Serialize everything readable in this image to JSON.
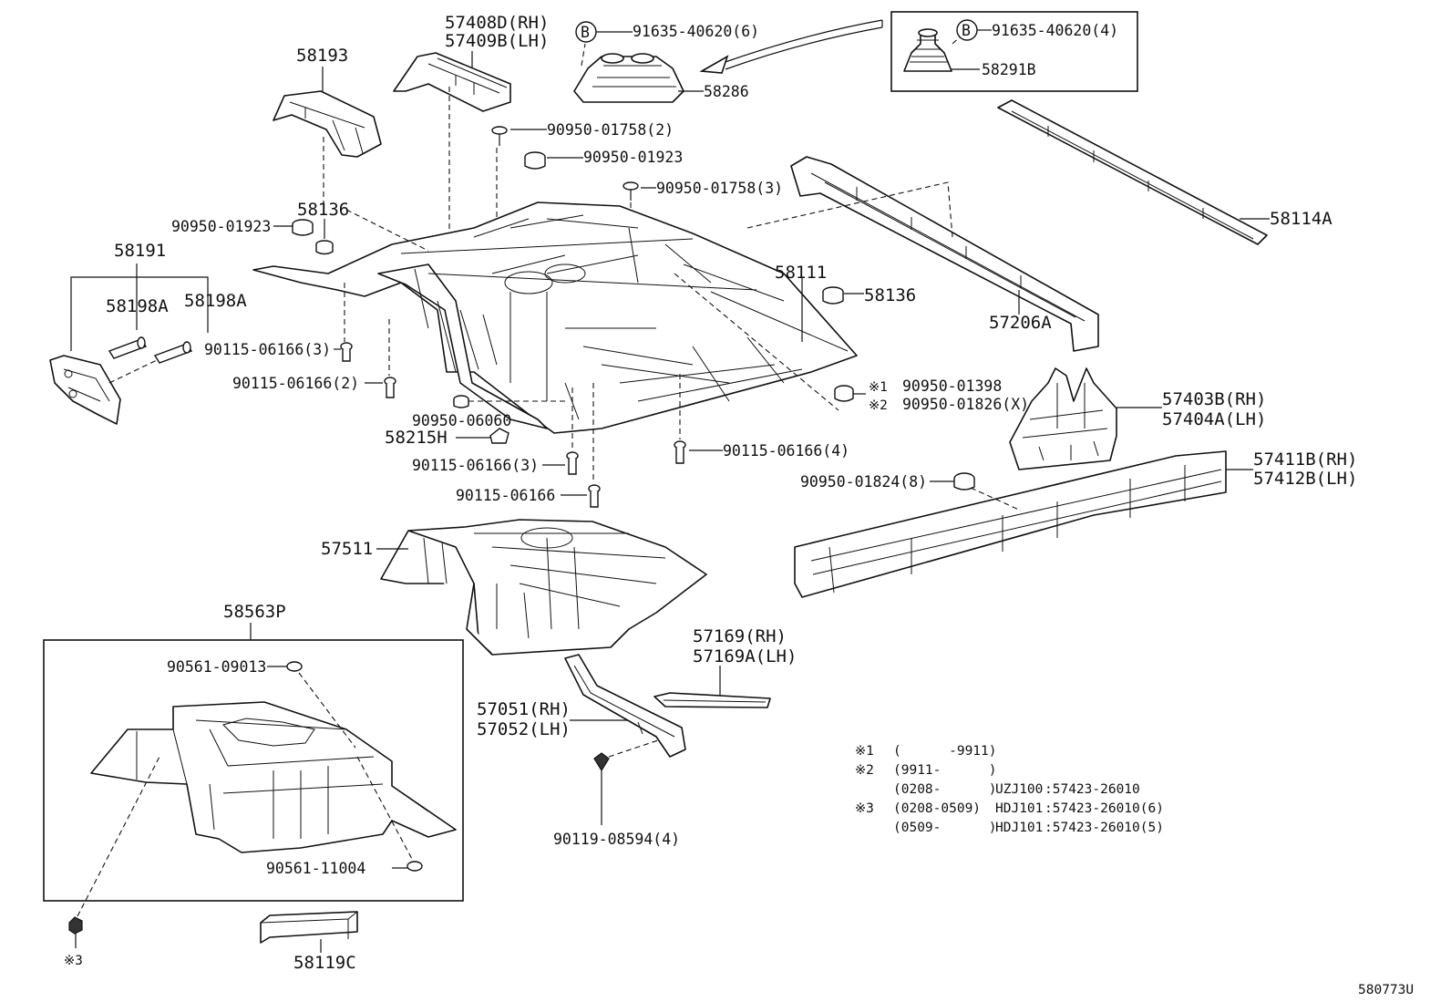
{
  "diagram_code": "580773U",
  "callouts": {
    "p57408d": "57408D(RH)",
    "p57409b": "57409B(LH)",
    "p91635_6": "91635-40620(6)",
    "p91635_4": "91635-40620(4)",
    "mark_b": "B",
    "p58291b": "58291B",
    "p58286": "58286",
    "p58193": "58193",
    "p90950_01758_2": "90950-01758(2)",
    "p90950_01923_a": "90950-01923",
    "p90950_01758_3": "90950-01758(3)",
    "p58114a": "58114A",
    "p58136_a": "58136",
    "p90950_01923_b": "90950-01923",
    "p58191": "58191",
    "p58198a_1": "58198A",
    "p58198a_2": "58198A",
    "p58111": "58111",
    "p58136_b": "58136",
    "p57206a": "57206A",
    "p90115_3a": "90115-06166(3)",
    "p90115_2": "90115-06166(2)",
    "p90950_01398": "90950-01398",
    "p90950_01826": "90950-01826(X)",
    "mark_1": "※1",
    "mark_2": "※2",
    "p57403b": "57403B(RH)",
    "p57404a": "57404A(LH)",
    "p90950_06060": "90950-06060",
    "p58215h": "58215H",
    "p90115_4": "90115-06166(4)",
    "p90115_3b": "90115-06166(3)",
    "p57411b": "57411B(RH)",
    "p57412b": "57412B(LH)",
    "p90950_01824": "90950-01824(8)",
    "p90115_1": "90115-06166",
    "p57511": "57511",
    "p58563p": "58563P",
    "p90561_09013": "90561-09013",
    "p57169": "57169(RH)",
    "p57169a": "57169A(LH)",
    "p57051": "57051(RH)",
    "p57052": "57052(LH)",
    "p90561_11004": "90561-11004",
    "p90119": "90119-08594(4)",
    "p58119c": "58119C",
    "mark_3": "※3"
  },
  "notes": [
    {
      "mark": "※1",
      "range": "(      -9911)",
      "model": "",
      "part": ""
    },
    {
      "mark": "※2",
      "range": "(9911-      )",
      "model": "",
      "part": ""
    },
    {
      "mark": "",
      "range": "(0208-      )",
      "model": "UZJ100",
      "part": ":57423-26010"
    },
    {
      "mark": "※3",
      "range": "(0208-0509)",
      "model": "HDJ101",
      "part": ":57423-26010(6)"
    },
    {
      "mark": "",
      "range": "(0509-      )",
      "model": "HDJ101",
      "part": ":57423-26010(5)"
    }
  ]
}
